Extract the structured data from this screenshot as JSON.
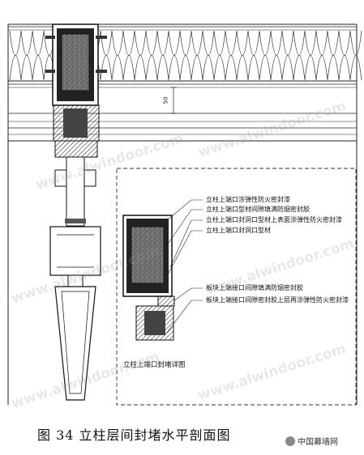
{
  "figure": {
    "caption": "图 34  立柱层间封堵水平剖面图",
    "dimension_label": "50",
    "detail_title": "立柱上端口封堵详图",
    "callouts": [
      "立柱上端口涂弹性防火密封漆",
      "立柱上端口型材间隙填满防烟密封胶",
      "立柱上端口封洞口型材上表面涂弹性防火密封漆",
      "立柱上端口封洞口型材",
      "板块上端接口间隙填满防烟密封胶",
      "板块上端接口间隙密封胶上层再涂弹性防火密封漆"
    ]
  },
  "watermark": "www.alwindoor.com",
  "brand": {
    "name": "中国幕墙网",
    "icon": "wechat-icon"
  },
  "colors": {
    "line": "#222222",
    "hatch": "#555555",
    "fill_dark": "#3a3a3a",
    "insulation": "#444444"
  }
}
